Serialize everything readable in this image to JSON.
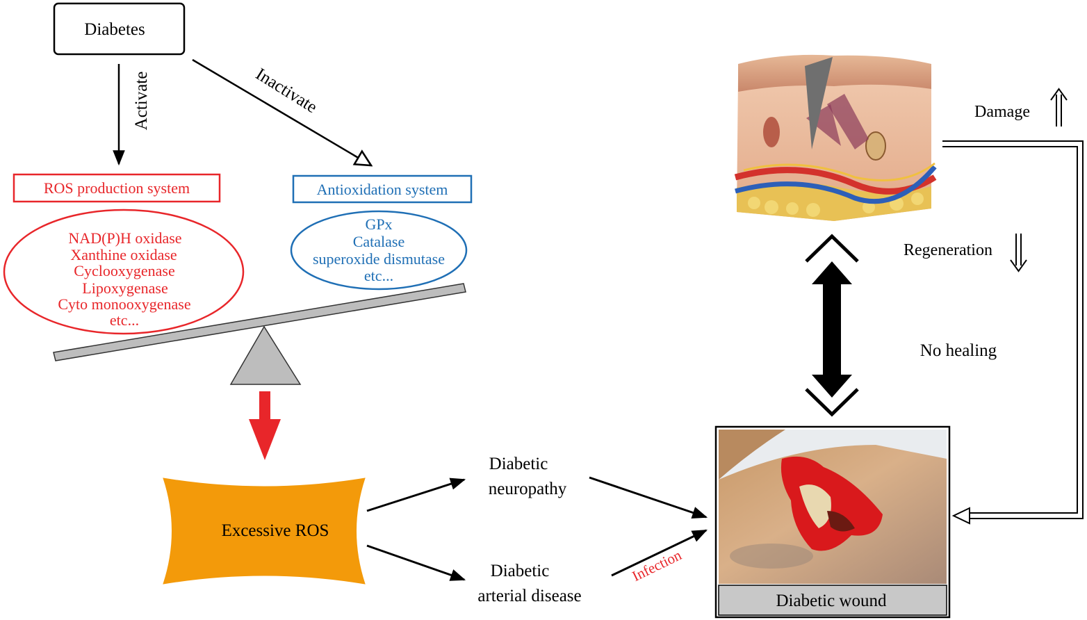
{
  "diabetes": {
    "label": "Diabetes"
  },
  "arrows": {
    "activate": "Activate",
    "inactivate": "Inactivate",
    "infection": "Infection"
  },
  "ros_production": {
    "title": "ROS production system",
    "items": [
      "NAD(P)H oxidase",
      "Xanthine oxidase",
      "Cyclooxygenase",
      "Lipoxygenase",
      "Cyto monooxygenase",
      "etc..."
    ]
  },
  "antioxidation": {
    "title": "Antioxidation system",
    "items": [
      "GPx",
      "Catalase",
      "superoxide dismutase",
      "etc..."
    ]
  },
  "excessive_ros": {
    "label": "Excessive ROS"
  },
  "neuropathy": {
    "line1": "Diabetic",
    "line2": "neuropathy"
  },
  "arterial": {
    "line1": "Diabetic",
    "line2": "arterial disease"
  },
  "wound": {
    "caption": "Diabetic wound"
  },
  "skin": {
    "damage": "Damage",
    "regeneration": "Regeneration",
    "no_healing": "No healing"
  },
  "colors": {
    "red": "#e8262a",
    "blue": "#1f6fb5",
    "orange": "#f39a0a",
    "gray": "#bdbdbd"
  }
}
